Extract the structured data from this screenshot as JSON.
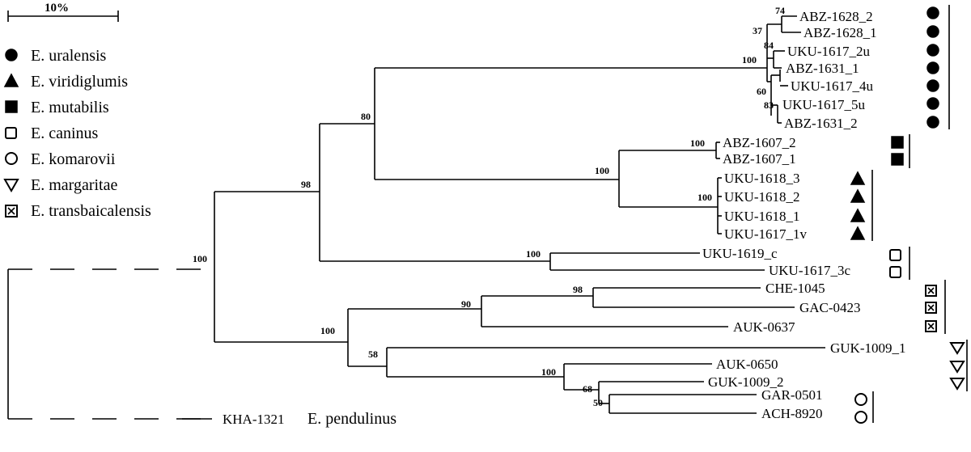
{
  "scale_bar": {
    "label": "10%"
  },
  "legend": [
    {
      "label": "E. uralensis",
      "icon": "filled-circle-icon"
    },
    {
      "label": "E. viridiglumis",
      "icon": "filled-triangle-icon"
    },
    {
      "label": "E. mutabilis",
      "icon": "filled-square-icon"
    },
    {
      "label": "E. caninus",
      "icon": "open-square-icon"
    },
    {
      "label": "E. komarovii",
      "icon": "open-circle-icon"
    },
    {
      "label": "E. margaritae",
      "icon": "open-down-triangle-icon"
    },
    {
      "label": "E. transbaicalensis",
      "icon": "boxed-x-icon"
    }
  ],
  "leaves": [
    {
      "name": "ABZ-1628_2",
      "marker": "filled-circle-icon"
    },
    {
      "name": "ABZ-1628_1",
      "marker": "filled-circle-icon"
    },
    {
      "name": "UKU-1617_2u",
      "marker": "filled-circle-icon"
    },
    {
      "name": "ABZ-1631_1",
      "marker": "filled-circle-icon"
    },
    {
      "name": "UKU-1617_4u",
      "marker": "filled-circle-icon"
    },
    {
      "name": "UKU-1617_5u",
      "marker": "filled-circle-icon"
    },
    {
      "name": "ABZ-1631_2",
      "marker": "filled-circle-icon"
    },
    {
      "name": "ABZ-1607_2",
      "marker": "filled-square-icon"
    },
    {
      "name": "ABZ-1607_1",
      "marker": "filled-square-icon"
    },
    {
      "name": "UKU-1618_3",
      "marker": "filled-triangle-icon"
    },
    {
      "name": "UKU-1618_2",
      "marker": "filled-triangle-icon"
    },
    {
      "name": "UKU-1618_1",
      "marker": "filled-triangle-icon"
    },
    {
      "name": "UKU-1617_1v",
      "marker": "filled-triangle-icon"
    },
    {
      "name": "UKU-1619_c",
      "marker": "open-square-icon"
    },
    {
      "name": "UKU-1617_3c",
      "marker": "open-square-icon"
    },
    {
      "name": "CHE-1045",
      "marker": "boxed-x-icon"
    },
    {
      "name": "GAC-0423",
      "marker": "boxed-x-icon"
    },
    {
      "name": "AUK-0637",
      "marker": "boxed-x-icon"
    },
    {
      "name": "GUK-1009_1",
      "marker": "open-down-triangle-icon"
    },
    {
      "name": "AUK-0650",
      "marker": "open-down-triangle-icon"
    },
    {
      "name": "GUK-1009_2",
      "marker": "open-down-triangle-icon"
    },
    {
      "name": "GAR-0501",
      "marker": "open-circle-icon"
    },
    {
      "name": "ACH-8920",
      "marker": "open-circle-icon"
    }
  ],
  "bootstrap": [
    "74",
    "37",
    "84",
    "100",
    "60",
    "83",
    "80",
    "100",
    "100",
    "100",
    "98",
    "100",
    "100",
    "98",
    "90",
    "100",
    "58",
    "100",
    "68",
    "50"
  ],
  "outgroup": {
    "name": "KHA-1321",
    "species": "E. pendulinus"
  }
}
